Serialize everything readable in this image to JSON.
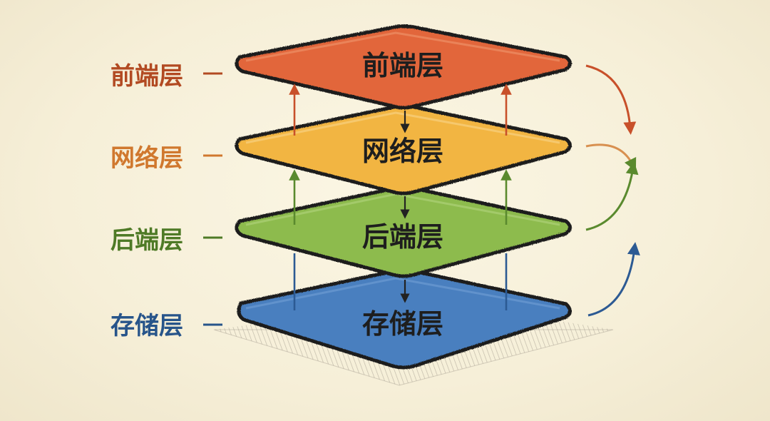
{
  "layers": [
    {
      "key": "frontend",
      "label": "前端层",
      "side_label": "前端层",
      "fill": "#e2663a",
      "side_color": "#b24a22",
      "arrow_color": "#c8502a"
    },
    {
      "key": "network",
      "label": "网络层",
      "side_label": "网络层",
      "fill": "#f2b543",
      "side_color": "#d0782e",
      "arrow_color": "#d89050"
    },
    {
      "key": "backend",
      "label": "后端层",
      "side_label": "后端层",
      "fill": "#8dbb4e",
      "side_color": "#4e7a26",
      "arrow_color": "#5a8a2e"
    },
    {
      "key": "storage",
      "label": "存储层",
      "side_label": "存储层",
      "fill": "#4a7fbf",
      "side_color": "#27548a",
      "arrow_color": "#2c5a93"
    }
  ],
  "colors": {
    "background": "#f7f1dc",
    "outline": "#1e1e1e",
    "down_arrow": "#222222",
    "shadow": "#8a8478"
  },
  "icons": {
    "down_arrow": "arrow-down-icon",
    "up_arrow": "arrow-up-icon",
    "curved_arrow": "curved-arrow-icon"
  }
}
